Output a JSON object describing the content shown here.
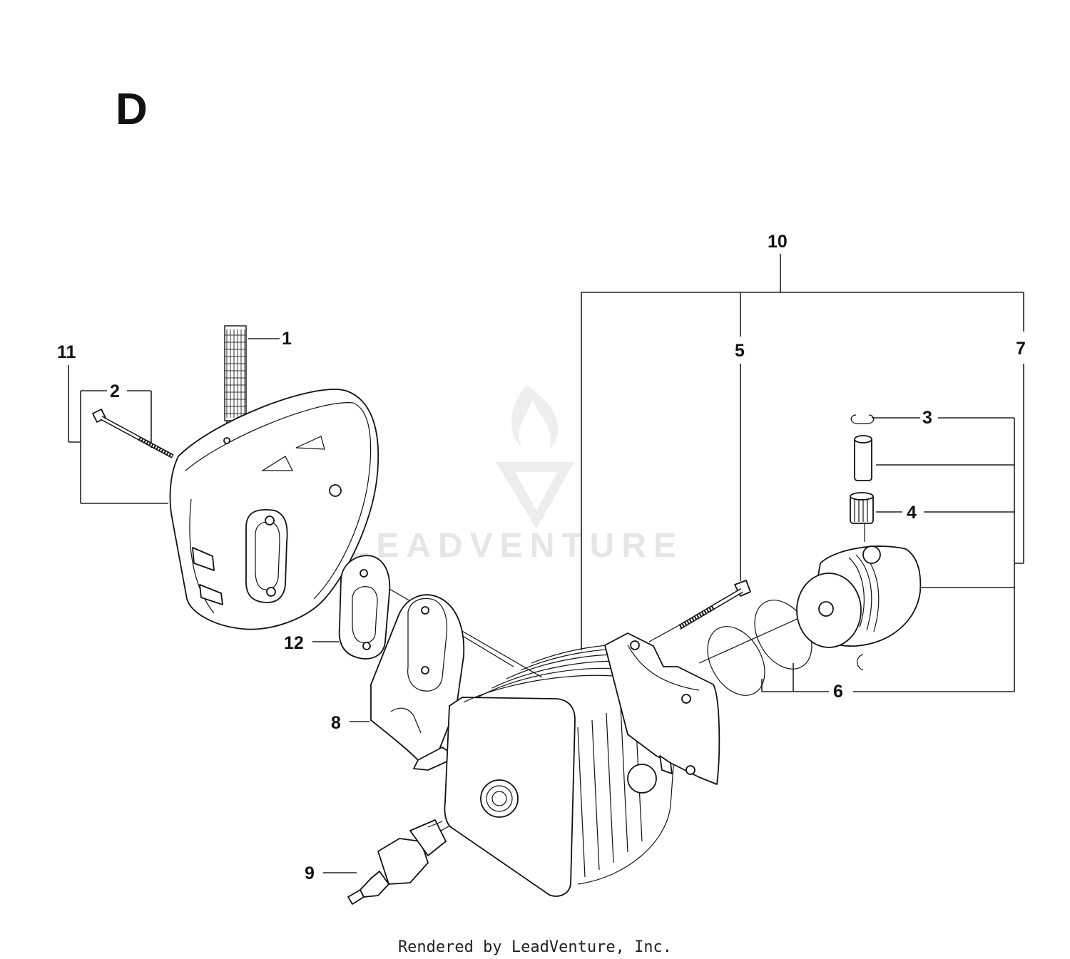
{
  "section_label": "D",
  "watermark": {
    "text": "LEADVENTURE",
    "icon": "leadventure-logo-icon"
  },
  "footer": "Rendered by LeadVenture, Inc.",
  "callouts": {
    "c1": "1",
    "c2": "2",
    "c3": "3",
    "c4": "4",
    "c5": "5",
    "c6": "6",
    "c7": "7",
    "c8": "8",
    "c9": "9",
    "c10": "10",
    "c11": "11",
    "c12": "12"
  }
}
